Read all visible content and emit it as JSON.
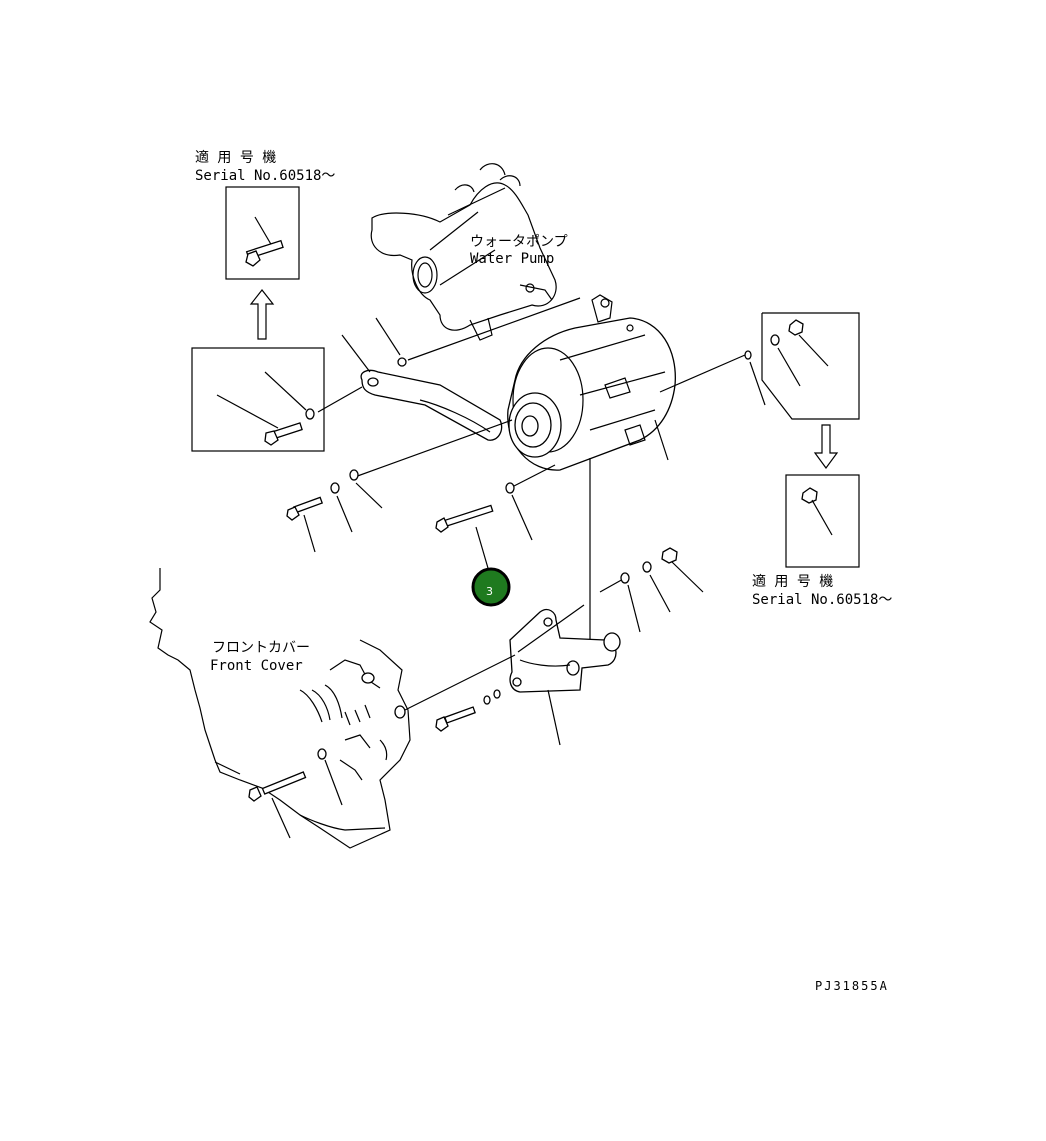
{
  "labels": {
    "serial_top_jp": "適 用 号 機",
    "serial_top_en": "Serial No.60518～",
    "water_pump_jp": "ウォータポンプ",
    "water_pump_en": "Water Pump",
    "front_cover_jp": "フロントカバー",
    "front_cover_en": "Front Cover",
    "serial_right_jp": "適 用 号 機",
    "serial_right_en": "Serial No.60518～",
    "drawing_code": "PJ31855A"
  },
  "callout": {
    "number": "3",
    "color": "#1f7a1f",
    "border_color": "#000000"
  }
}
